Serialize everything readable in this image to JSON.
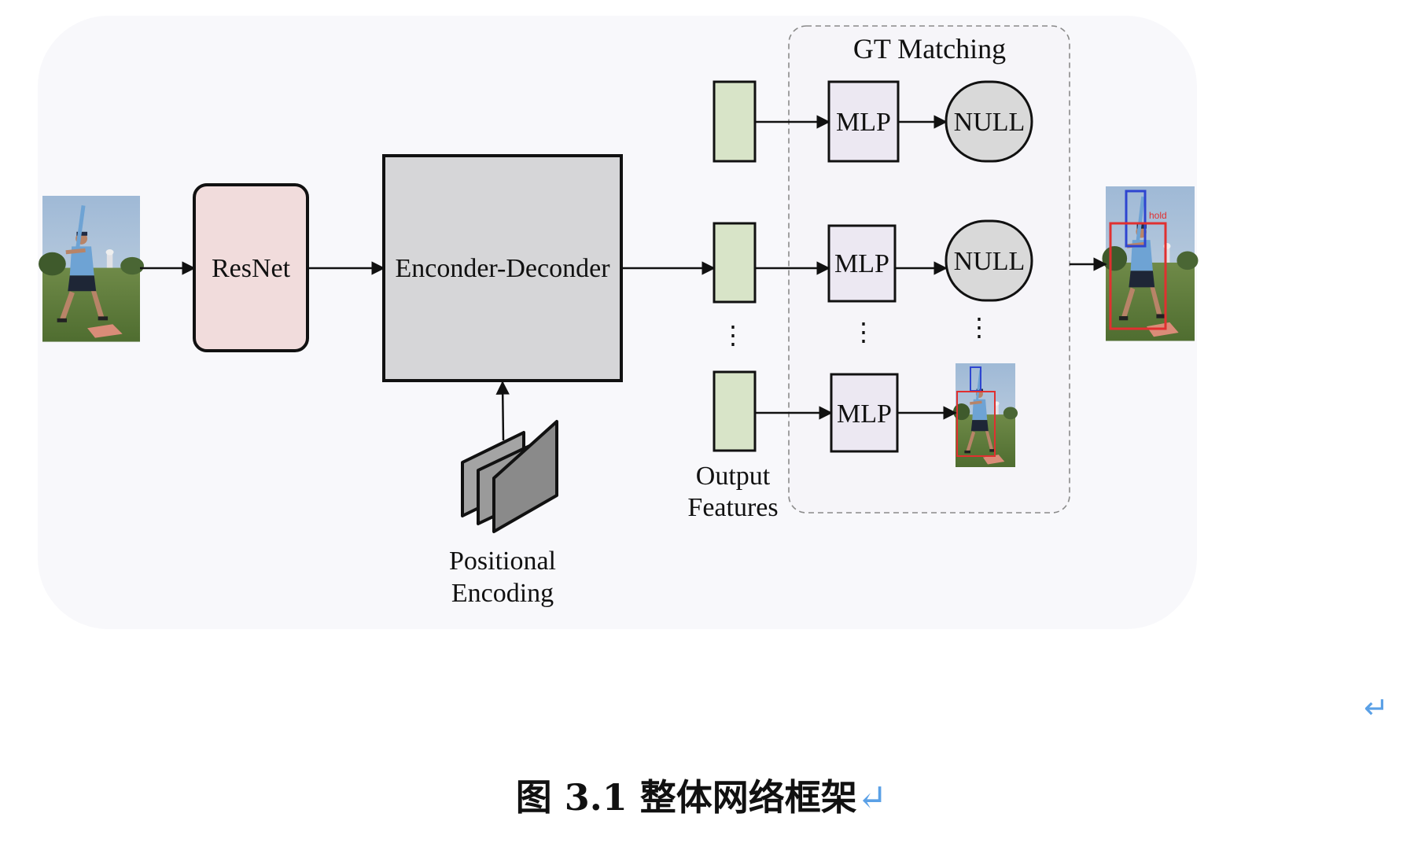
{
  "diagram": {
    "resnet_label": "ResNet",
    "encoder_decoder_label": "Enconder-Deconder",
    "positional_encoding": {
      "line1": "Positional",
      "line2": "Encoding"
    },
    "output_features": {
      "line1": "Output",
      "line2": "Features"
    },
    "gt_matching_title": "GT Matching",
    "mlp_label": "MLP",
    "null_label": "NULL",
    "ellipsis": "⋮",
    "detection_tag": "hold"
  },
  "caption": {
    "text": "图 3.1  整体网络框架",
    "return_symbol": "↵"
  },
  "colors": {
    "resnet_fill": "#f1dcdc",
    "encoder_fill": "#d6d6d8",
    "feature_fill": "#d8e4c8",
    "mlp_fill": "#ece8f2",
    "null_fill": "#d9d9d9",
    "panel_fill": "#f8f8fb",
    "box_red": "#e03030",
    "box_blue": "#2e45d0"
  }
}
